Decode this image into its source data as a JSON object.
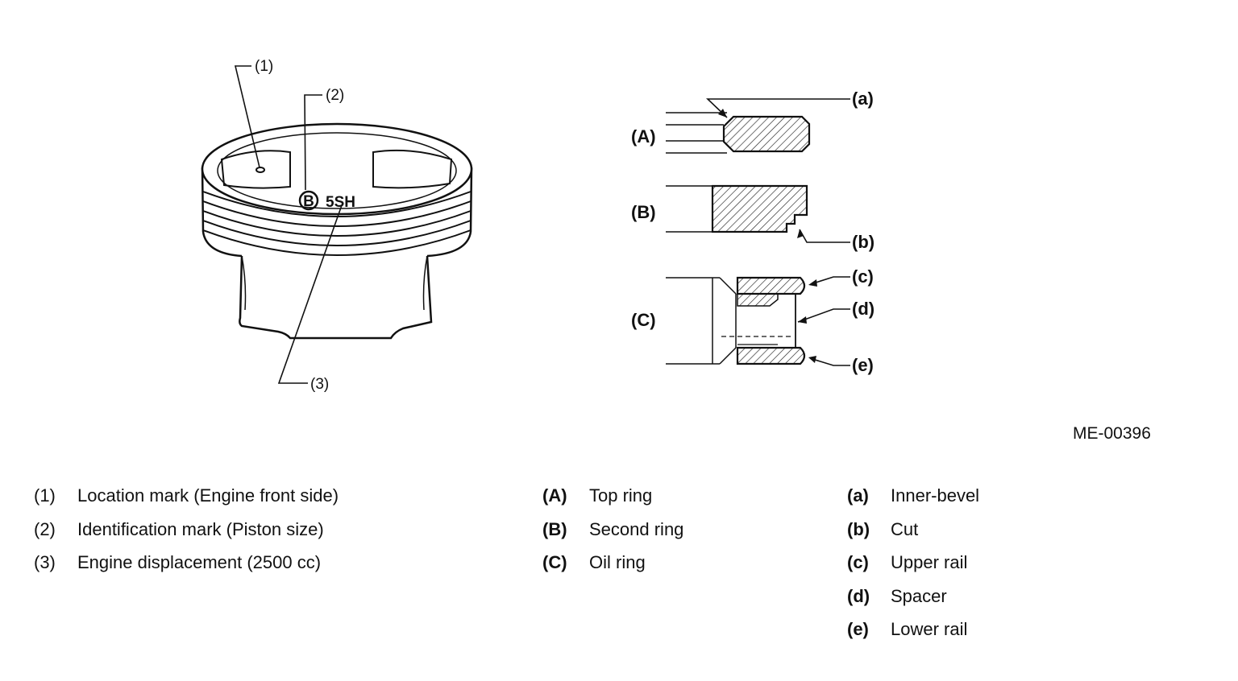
{
  "piston": {
    "callouts": [
      "(1)",
      "(2)",
      "(3)"
    ],
    "engraving": {
      "badge": "B",
      "code": "5SH"
    }
  },
  "rings": {
    "ring_labels": [
      "(A)",
      "(B)",
      "(C)"
    ],
    "part_labels": [
      "(a)",
      "(b)",
      "(c)",
      "(d)",
      "(e)"
    ]
  },
  "figure_id": "ME-00396",
  "legend": {
    "numbered": [
      {
        "key": "(1)",
        "text": "Location mark (Engine front side)"
      },
      {
        "key": "(2)",
        "text": "Identification mark (Piston size)"
      },
      {
        "key": "(3)",
        "text": "Engine displacement (2500 cc)"
      }
    ],
    "rings": [
      {
        "key": "(A)",
        "text": "Top ring"
      },
      {
        "key": "(B)",
        "text": "Second ring"
      },
      {
        "key": "(C)",
        "text": "Oil ring"
      }
    ],
    "parts": [
      {
        "key": "(a)",
        "text": "Inner-bevel"
      },
      {
        "key": "(b)",
        "text": "Cut"
      },
      {
        "key": "(c)",
        "text": "Upper rail"
      },
      {
        "key": "(d)",
        "text": "Spacer"
      },
      {
        "key": "(e)",
        "text": "Lower rail"
      }
    ]
  }
}
